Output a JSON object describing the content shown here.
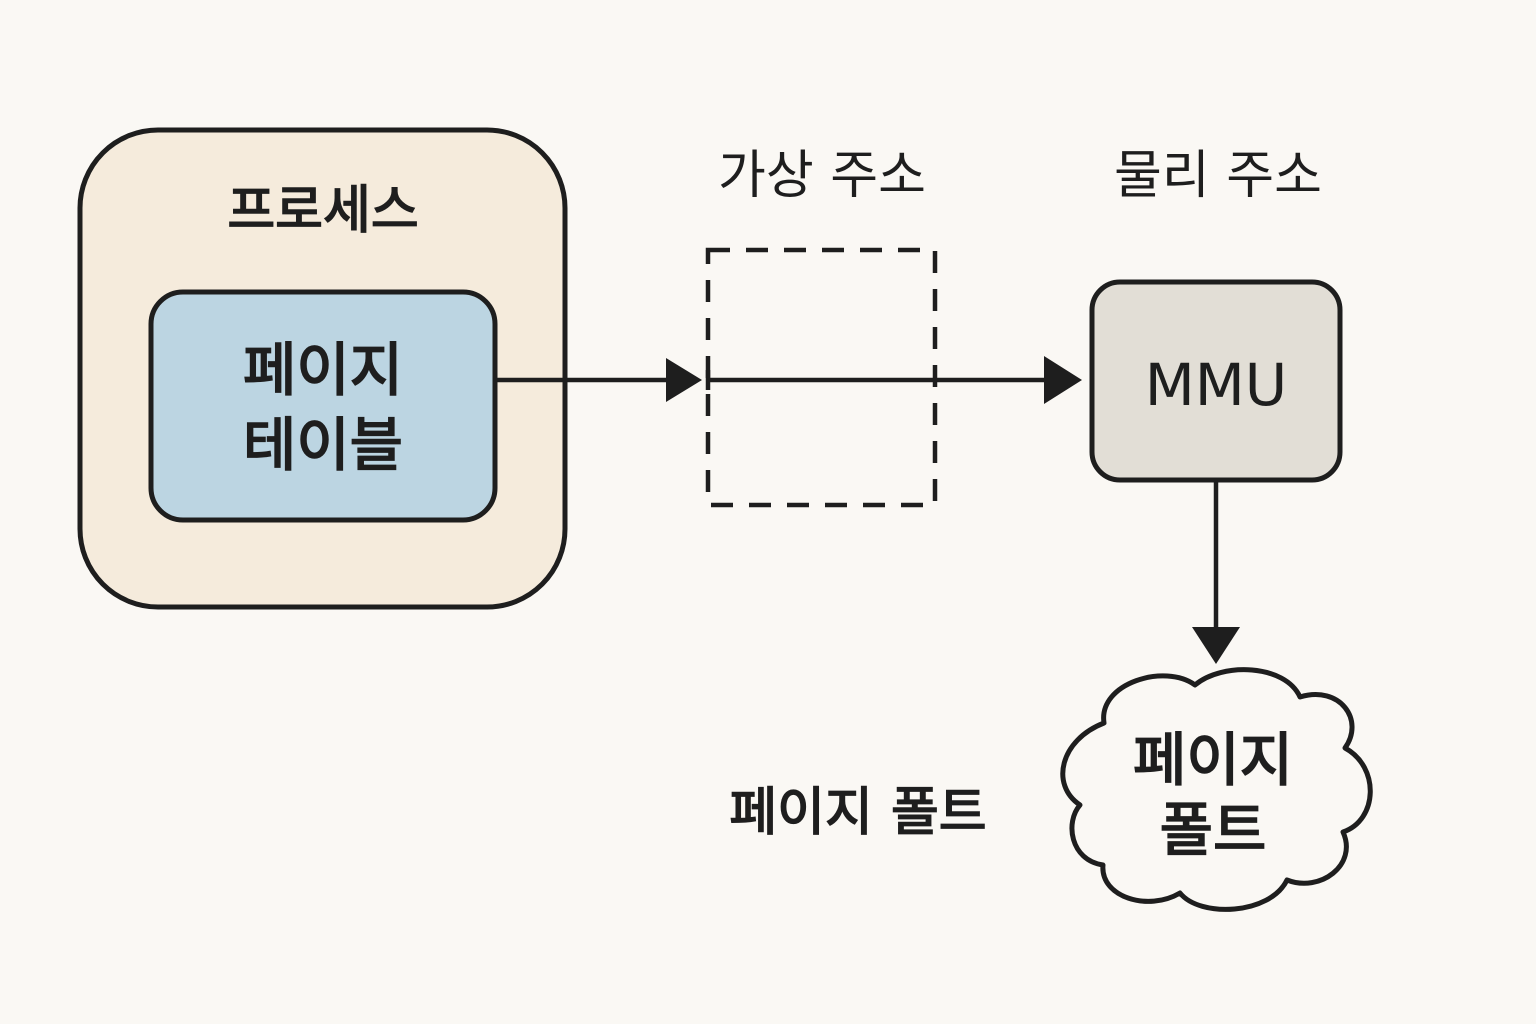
{
  "colors": {
    "background": "#faf8f4",
    "stroke": "#1e1e1e",
    "process_fill": "#f5ebdc",
    "page_table_fill": "#bcd5e2",
    "mmu_fill": "#e2ded6",
    "cloud_fill": "#faf8f4"
  },
  "nodes": {
    "process": {
      "label": "프로세스"
    },
    "page_table": {
      "lines": [
        "페이지",
        "테이블"
      ]
    },
    "virtual_address": {
      "label": "가상 주소"
    },
    "physical_address": {
      "label": "물리 주소"
    },
    "mmu": {
      "label": "MMU"
    },
    "page_fault_cloud": {
      "lines": [
        "페이지",
        "폴트"
      ]
    }
  },
  "labels": {
    "page_fault": "페이지 폴트"
  },
  "edges": [
    {
      "from": "page_table",
      "to": "virtual_address"
    },
    {
      "from": "virtual_address",
      "to": "mmu"
    },
    {
      "from": "mmu",
      "to": "page_fault_cloud"
    }
  ]
}
